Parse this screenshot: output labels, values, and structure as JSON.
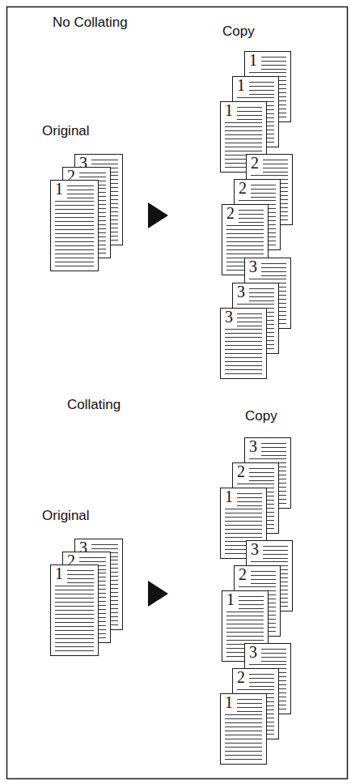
{
  "diagram": {
    "nodes": [
      {
        "text": [
          "3"
        ]
      },
      {
        "text": [
          "2"
        ]
      },
      {
        "text": [
          "1"
        ]
      },
      {
        "text": [
          "1"
        ]
      },
      {
        "text": [
          "1"
        ]
      },
      {
        "text": [
          "1"
        ]
      },
      {
        "text": [
          "2"
        ]
      },
      {
        "text": [
          "2"
        ]
      },
      {
        "text": [
          "2"
        ]
      },
      {
        "text": [
          "3"
        ]
      },
      {
        "text": [
          "3"
        ]
      },
      {
        "text": [
          "3"
        ]
      },
      {
        "text": [
          "3"
        ]
      },
      {
        "text": [
          "2"
        ]
      },
      {
        "text": [
          "1"
        ]
      },
      {
        "text": [
          "3"
        ]
      },
      {
        "text": [
          "2"
        ]
      },
      {
        "text": [
          "1"
        ]
      },
      {
        "text": [
          "3"
        ]
      },
      {
        "text": [
          "2"
        ]
      },
      {
        "text": [
          "1"
        ]
      },
      {
        "text": [
          "3"
        ]
      },
      {
        "text": [
          "2"
        ]
      },
      {
        "text": [
          "1"
        ]
      }
    ],
    "labels": [
      "No Collating",
      "Copy",
      "Original",
      "Collating",
      "Copy",
      "Original"
    ]
  }
}
